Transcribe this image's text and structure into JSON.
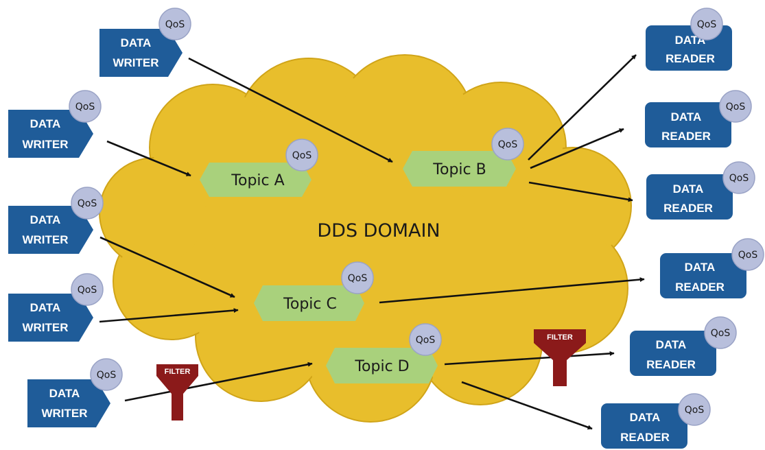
{
  "domain_label": "DDS DOMAIN",
  "qos_label": "QoS",
  "filter_label": "FILTER",
  "writer_label": [
    "DATA",
    "WRITER"
  ],
  "reader_label": [
    "DATA",
    "READER"
  ],
  "topics": {
    "a": "Topic A",
    "b": "Topic B",
    "c": "Topic C",
    "d": "Topic D"
  },
  "colors": {
    "cloud": "#e8be2c",
    "cloud_edge": "#c99b12",
    "topic": "#a9d17c",
    "node": "#1f5c99",
    "qos": "#b8bfdc",
    "filter": "#8b1a1a",
    "arrow": "#111111"
  }
}
